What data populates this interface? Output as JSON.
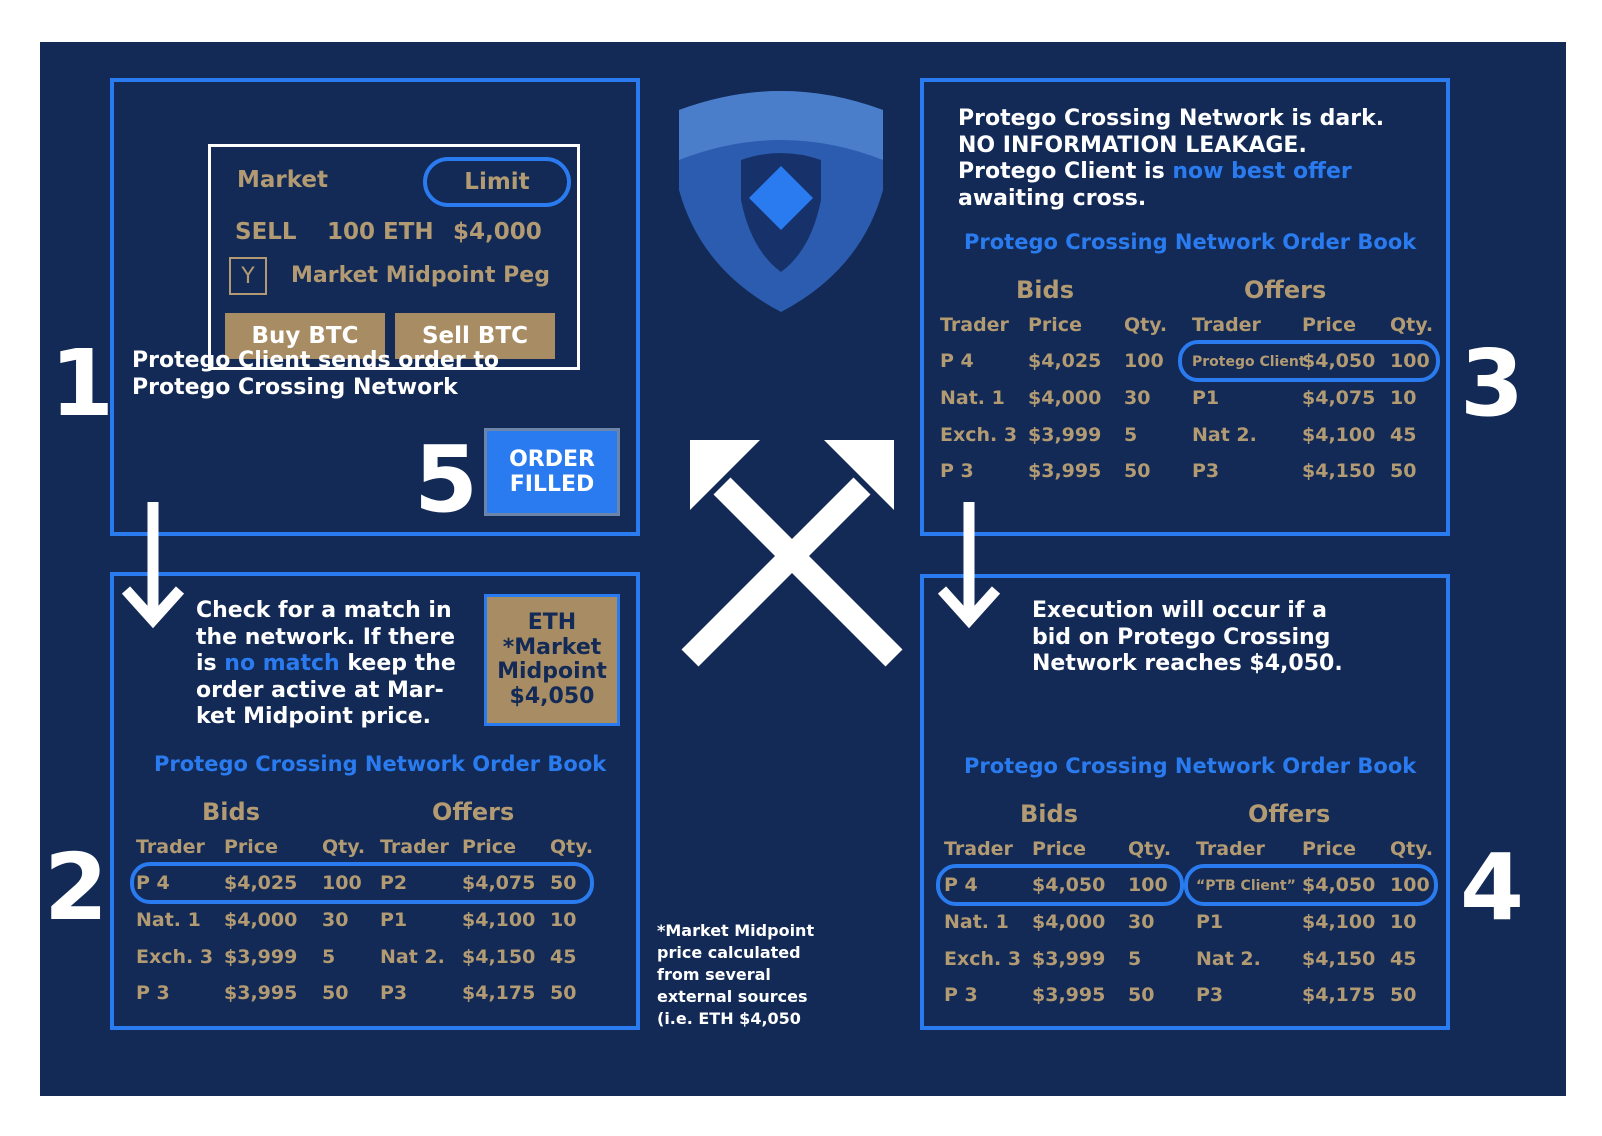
{
  "step_numbers": [
    "1",
    "2",
    "3",
    "4",
    "5"
  ],
  "panel1": {
    "order_ticket": {
      "market_label": "Market",
      "limit_label": "Limit",
      "side": "SELL",
      "quantity": "100 ETH",
      "price": "$4,000",
      "checkbox_value": "Y",
      "checkbox_label": "Market Midpoint Peg",
      "buy_button": "Buy BTC",
      "sell_button": "Sell BTC"
    },
    "caption_lines": [
      "Protego Client sends order to",
      "Protego Crossing Network"
    ],
    "order_filled_lines": [
      "ORDER",
      "FILLED"
    ]
  },
  "panel2": {
    "desc_lines": [
      [
        "Check for a match in"
      ],
      [
        "the network. If there"
      ],
      [
        "is ",
        "no match",
        " keep the"
      ],
      [
        "order active at Mar-"
      ],
      [
        "ket Midpoint price."
      ]
    ],
    "eth_box_lines": [
      "ETH",
      "*Market",
      "Midpoint",
      "$4,050"
    ],
    "order_book": {
      "title": "Protego Crossing Network Order Book",
      "bids_label": "Bids",
      "offers_label": "Offers",
      "columns": [
        "Trader",
        "Price",
        "Qty.",
        "Trader",
        "Price",
        "Qty."
      ],
      "rows": [
        [
          "P 4",
          "$4,025",
          "100",
          "P2",
          "$4,075",
          "50"
        ],
        [
          "Nat. 1",
          "$4,000",
          "30",
          "P1",
          "$4,100",
          "10"
        ],
        [
          "Exch. 3",
          "$3,999",
          "5",
          "Nat 2.",
          "$4,150",
          "45"
        ],
        [
          "P 3",
          "$3,995",
          "50",
          "P3",
          "$4,175",
          "50"
        ]
      ]
    }
  },
  "panel3": {
    "desc_lines": [
      [
        "Protego Crossing Network is dark."
      ],
      [
        "NO INFORMATION LEAKAGE."
      ],
      [
        "Protego Client is ",
        "now best offer"
      ],
      [
        "awaiting cross."
      ]
    ],
    "order_book": {
      "title": "Protego Crossing Network Order Book",
      "bids_label": "Bids",
      "offers_label": "Offers",
      "columns": [
        "Trader",
        "Price",
        "Qty.",
        "Trader",
        "Price",
        "Qty."
      ],
      "rows": [
        [
          "P 4",
          "$4,025",
          "100",
          "Protego Client",
          "$4,050",
          "100"
        ],
        [
          "Nat. 1",
          "$4,000",
          "30",
          "P1",
          "$4,075",
          "10"
        ],
        [
          "Exch. 3",
          "$3,999",
          "5",
          "Nat 2.",
          "$4,100",
          "45"
        ],
        [
          "P 3",
          "$3,995",
          "50",
          "P3",
          "$4,150",
          "50"
        ]
      ]
    }
  },
  "panel4": {
    "desc_lines": [
      [
        "Execution will occur if a"
      ],
      [
        "bid on Protego Crossing"
      ],
      [
        "Network reaches $4,050."
      ]
    ],
    "order_book": {
      "title": "Protego Crossing Network Order Book",
      "bids_label": "Bids",
      "offers_label": "Offers",
      "columns": [
        "Trader",
        "Price",
        "Qty.",
        "Trader",
        "Price",
        "Qty."
      ],
      "rows": [
        [
          "P 4",
          "$4,050",
          "100",
          "“PTB Client”",
          "$4,050",
          "100"
        ],
        [
          "Nat. 1",
          "$4,000",
          "30",
          "P1",
          "$4,100",
          "10"
        ],
        [
          "Exch. 3",
          "$3,999",
          "5",
          "Nat 2.",
          "$4,150",
          "45"
        ],
        [
          "P 3",
          "$3,995",
          "50",
          "P3",
          "$4,175",
          "50"
        ]
      ]
    }
  },
  "footnote_lines": [
    "*Market Midpoint",
    "price calculated",
    "from several",
    "external sources",
    "(i.e. ETH $4,050"
  ],
  "colors": {
    "background": "#122a55",
    "accent_blue": "#2a7bf0",
    "tan": "#b29a73",
    "button_tan": "#a88c63",
    "white": "#ffffff"
  },
  "icons": {
    "logo": "shield-logo-icon",
    "arrows": "crossed-arrows-icon",
    "down_arrow": "arrow-down-icon"
  }
}
